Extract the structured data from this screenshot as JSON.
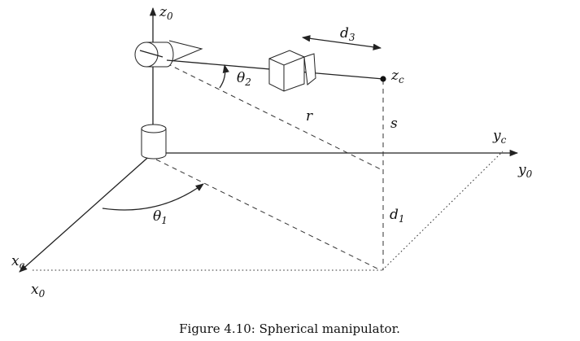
{
  "labels": {
    "z0": {
      "base": "z",
      "sub": "0"
    },
    "zc": {
      "base": "z",
      "sub": "c"
    },
    "d3": {
      "base": "d",
      "sub": "3"
    },
    "theta2": {
      "base": "θ",
      "sub": "2"
    },
    "theta1": {
      "base": "θ",
      "sub": "1"
    },
    "r": {
      "base": "r"
    },
    "s": {
      "base": "s"
    },
    "yc": {
      "base": "y",
      "sub": "c"
    },
    "y0": {
      "base": "y",
      "sub": "0"
    },
    "d1": {
      "base": "d",
      "sub": "1"
    },
    "xc": {
      "base": "x",
      "sub": "c"
    },
    "x0": {
      "base": "x",
      "sub": "0"
    }
  },
  "caption": "Figure 4.10: Spherical manipulator.",
  "colors": {
    "ink": "#222222",
    "background": "#ffffff"
  }
}
